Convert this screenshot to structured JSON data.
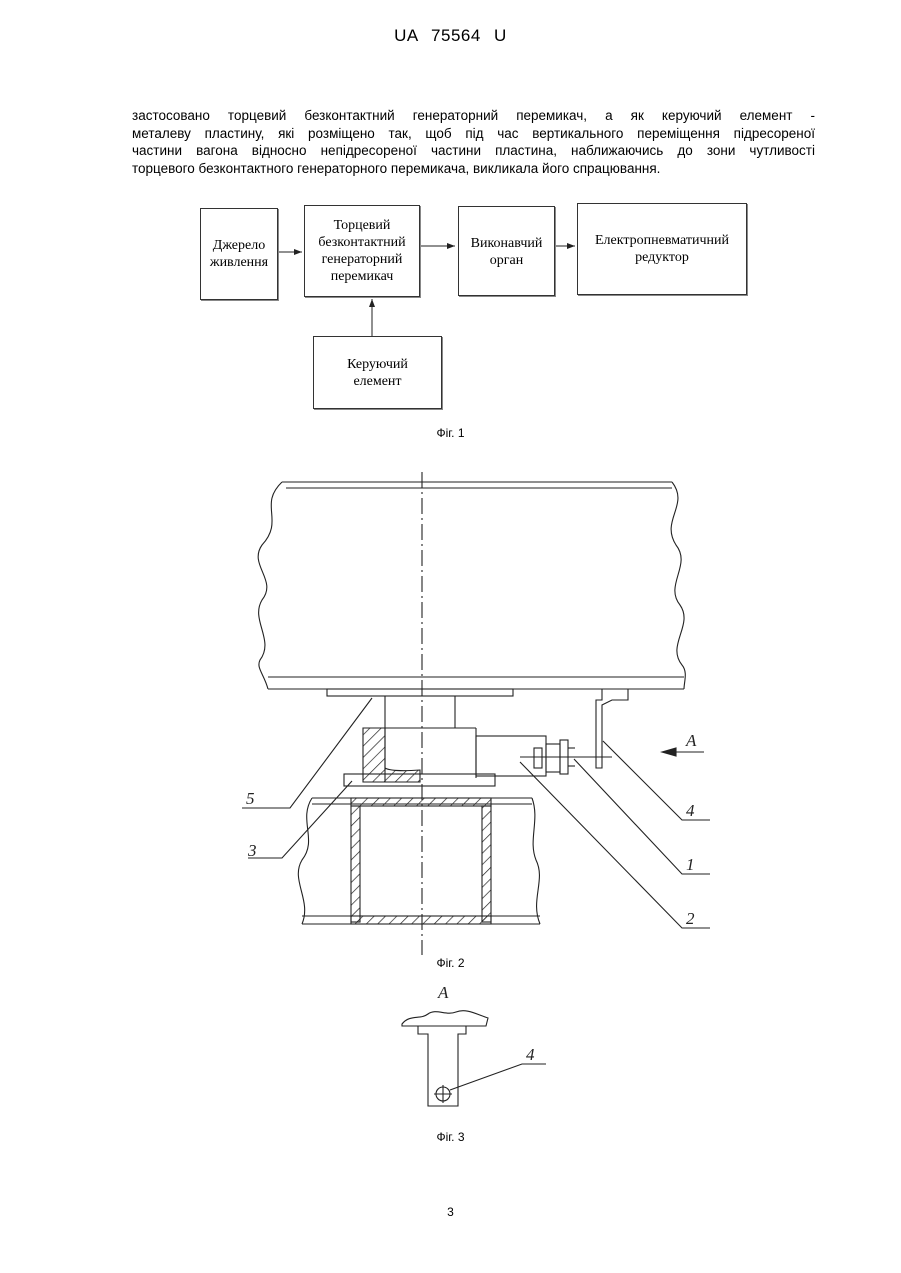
{
  "header": {
    "doc_number": "UA   75564   U"
  },
  "paragraph": {
    "lines": [
      "застосовано торцевий безконтактний генераторний перемикач, а як керуючий елемент -",
      "металеву пластину, які розміщено так, щоб під час вертикального переміщення підресореної",
      "частини вагона відносно непідресореної частини пластина, наближаючись до зони чутливості",
      "торцевого безконтактного генераторного перемикача, викликала його спрацювання."
    ]
  },
  "fig1": {
    "boxes": {
      "power_source": "Джерело\nживлення",
      "switch": "Торцевий\nбезконтактний\nгенераторний\nперемикач",
      "actuator": "Виконавчий\nорган",
      "reducer": "Електропневматичний\nредуктор",
      "control_element": "Керуючий\nелемент"
    },
    "caption": "Фіг. 1"
  },
  "fig2": {
    "labels": {
      "l1": "1",
      "l2": "2",
      "l3": "3",
      "l4": "4",
      "l5": "5",
      "view": "А"
    },
    "caption": "Фіг. 2"
  },
  "fig3": {
    "labels": {
      "view": "А",
      "l4": "4"
    },
    "caption": "Фіг. 3"
  },
  "page_number": "3"
}
